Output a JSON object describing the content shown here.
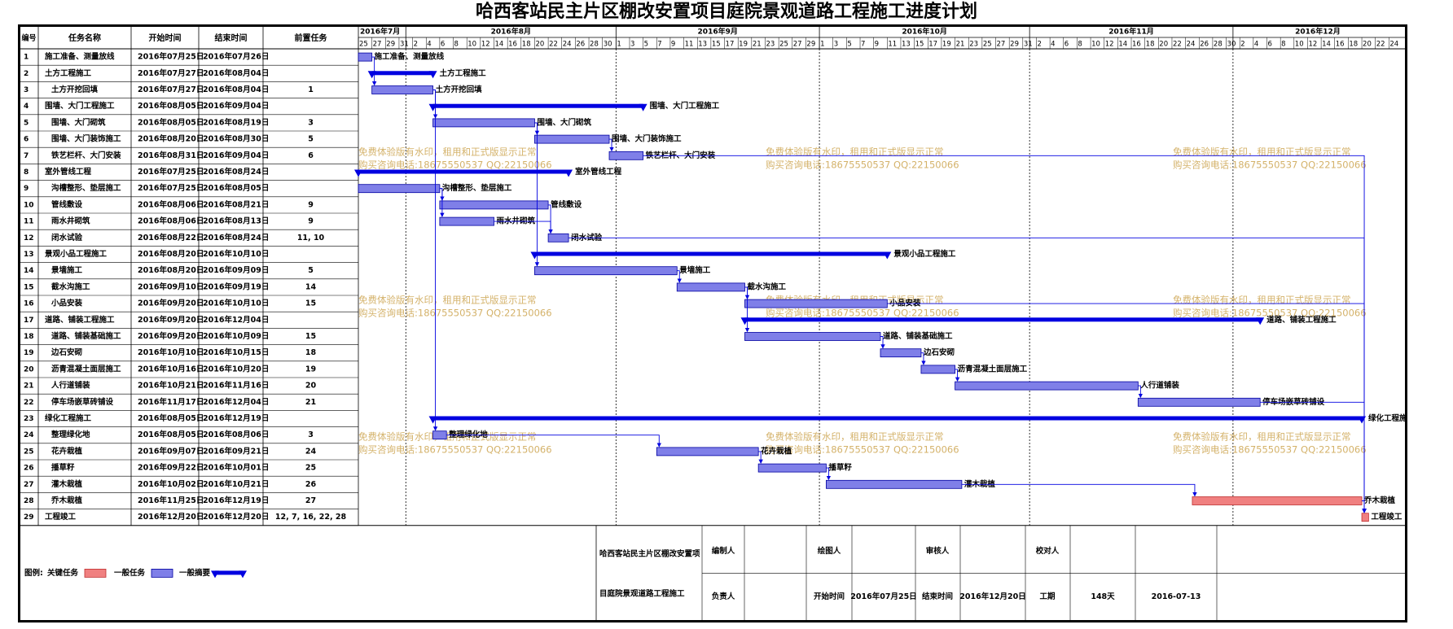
{
  "title": "哈西客站民主片区棚改安置项目庭院景观道路工程施工进度计划",
  "columns": {
    "id": "编号",
    "name": "任务名称",
    "start": "开始时间",
    "end": "结束时间",
    "pred": "前置任务"
  },
  "months": [
    "2016年7月",
    "2016年8月",
    "2016年9月",
    "2016年10月",
    "2016年11月",
    "2016年12月"
  ],
  "watermark": {
    "line1": "免费体验版有水印，租用和正式版显示正常",
    "line2": "购买咨询电话:18675550537 QQ:22150066"
  },
  "legend": {
    "label": "图例:",
    "critical": "关键任务",
    "normal": "一般任务",
    "summary": "一般摘要"
  },
  "footer": {
    "project": "哈西客站民主片区棚改安置项目庭院景观道路工程施工",
    "editor_label": "编制人",
    "draw_label": "绘图人",
    "review_label": "审核人",
    "proof_label": "校对人",
    "owner_label": "负责人",
    "start_label": "开始时间",
    "start_value": "2016年07月25日",
    "end_label": "结束时间",
    "end_value": "2016年12月20日",
    "duration_label": "工期",
    "duration_value": "148天",
    "date_value": "2016-07-13"
  },
  "colors": {
    "normal": "#7f7fe8",
    "summary": "#0000e0",
    "critical": "#f08080",
    "link": "#0000e0",
    "watermark": "#d4b26a"
  },
  "chart_data": {
    "type": "gantt",
    "x_start": "2016-07-25",
    "x_end": "2016-12-26",
    "tasks": [
      {
        "id": "1",
        "name": "施工准备、测量放线",
        "start": "2016年07月25日",
        "end": "2016年07月26日",
        "pred": "",
        "type": "normal",
        "indent": 0,
        "s": "2016-07-25",
        "e": "2016-07-26"
      },
      {
        "id": "2",
        "name": "土方工程施工",
        "start": "2016年07月27日",
        "end": "2016年08月04日",
        "pred": "",
        "type": "summary",
        "indent": 0,
        "s": "2016-07-27",
        "e": "2016-08-04"
      },
      {
        "id": "3",
        "name": "土方开挖回填",
        "start": "2016年07月27日",
        "end": "2016年08月04日",
        "pred": "1",
        "type": "normal",
        "indent": 1,
        "s": "2016-07-27",
        "e": "2016-08-04"
      },
      {
        "id": "4",
        "name": "围墙、大门工程施工",
        "start": "2016年08月05日",
        "end": "2016年09月04日",
        "pred": "",
        "type": "summary",
        "indent": 0,
        "s": "2016-08-05",
        "e": "2016-09-04"
      },
      {
        "id": "5",
        "name": "围墙、大门砌筑",
        "start": "2016年08月05日",
        "end": "2016年08月19日",
        "pred": "3",
        "type": "normal",
        "indent": 1,
        "s": "2016-08-05",
        "e": "2016-08-19"
      },
      {
        "id": "6",
        "name": "围墙、大门装饰施工",
        "start": "2016年08月20日",
        "end": "2016年08月30日",
        "pred": "5",
        "type": "normal",
        "indent": 1,
        "s": "2016-08-20",
        "e": "2016-08-30"
      },
      {
        "id": "7",
        "name": "铁艺栏杆、大门安装",
        "start": "2016年08月31日",
        "end": "2016年09月04日",
        "pred": "6",
        "type": "normal",
        "indent": 1,
        "s": "2016-08-31",
        "e": "2016-09-04"
      },
      {
        "id": "8",
        "name": "室外管线工程",
        "start": "2016年07月25日",
        "end": "2016年08月24日",
        "pred": "",
        "type": "summary",
        "indent": 0,
        "s": "2016-07-25",
        "e": "2016-08-24"
      },
      {
        "id": "9",
        "name": "沟槽整形、垫层施工",
        "start": "2016年07月25日",
        "end": "2016年08月05日",
        "pred": "",
        "type": "normal",
        "indent": 1,
        "s": "2016-07-25",
        "e": "2016-08-05"
      },
      {
        "id": "10",
        "name": "管线敷设",
        "start": "2016年08月06日",
        "end": "2016年08月21日",
        "pred": "9",
        "type": "normal",
        "indent": 1,
        "s": "2016-08-06",
        "e": "2016-08-21"
      },
      {
        "id": "11",
        "name": "雨水井砌筑",
        "start": "2016年08月06日",
        "end": "2016年08月13日",
        "pred": "9",
        "type": "normal",
        "indent": 1,
        "s": "2016-08-06",
        "e": "2016-08-13"
      },
      {
        "id": "12",
        "name": "闭水试验",
        "start": "2016年08月22日",
        "end": "2016年08月24日",
        "pred": "11, 10",
        "type": "normal",
        "indent": 1,
        "s": "2016-08-22",
        "e": "2016-08-24"
      },
      {
        "id": "13",
        "name": "景观小品工程施工",
        "start": "2016年08月20日",
        "end": "2016年10月10日",
        "pred": "",
        "type": "summary",
        "indent": 0,
        "s": "2016-08-20",
        "e": "2016-10-10"
      },
      {
        "id": "14",
        "name": "景墙施工",
        "start": "2016年08月20日",
        "end": "2016年09月09日",
        "pred": "5",
        "type": "normal",
        "indent": 1,
        "s": "2016-08-20",
        "e": "2016-09-09"
      },
      {
        "id": "15",
        "name": "截水沟施工",
        "start": "2016年09月10日",
        "end": "2016年09月19日",
        "pred": "14",
        "type": "normal",
        "indent": 1,
        "s": "2016-09-10",
        "e": "2016-09-19"
      },
      {
        "id": "16",
        "name": "小品安装",
        "start": "2016年09月20日",
        "end": "2016年10月10日",
        "pred": "15",
        "type": "normal",
        "indent": 1,
        "s": "2016-09-20",
        "e": "2016-10-10"
      },
      {
        "id": "17",
        "name": "道路、铺装工程施工",
        "start": "2016年09月20日",
        "end": "2016年12月04日",
        "pred": "",
        "type": "summary",
        "indent": 0,
        "s": "2016-09-20",
        "e": "2016-12-04"
      },
      {
        "id": "18",
        "name": "道路、铺装基础施工",
        "start": "2016年09月20日",
        "end": "2016年10月09日",
        "pred": "15",
        "type": "normal",
        "indent": 1,
        "s": "2016-09-20",
        "e": "2016-10-09"
      },
      {
        "id": "19",
        "name": "边石安砌",
        "start": "2016年10月10日",
        "end": "2016年10月15日",
        "pred": "18",
        "type": "normal",
        "indent": 1,
        "s": "2016-10-10",
        "e": "2016-10-15"
      },
      {
        "id": "20",
        "name": "沥青混凝土面层施工",
        "start": "2016年10月16日",
        "end": "2016年10月20日",
        "pred": "19",
        "type": "normal",
        "indent": 1,
        "s": "2016-10-16",
        "e": "2016-10-20"
      },
      {
        "id": "21",
        "name": "人行道铺装",
        "start": "2016年10月21日",
        "end": "2016年11月16日",
        "pred": "20",
        "type": "normal",
        "indent": 1,
        "s": "2016-10-21",
        "e": "2016-11-16"
      },
      {
        "id": "22",
        "name": "停车场嵌草砖铺设",
        "start": "2016年11月17日",
        "end": "2016年12月04日",
        "pred": "21",
        "type": "normal",
        "indent": 1,
        "s": "2016-11-17",
        "e": "2016-12-04"
      },
      {
        "id": "23",
        "name": "绿化工程施工",
        "start": "2016年08月05日",
        "end": "2016年12月19日",
        "pred": "",
        "type": "summary",
        "indent": 0,
        "s": "2016-08-05",
        "e": "2016-12-19"
      },
      {
        "id": "24",
        "name": "整理绿化地",
        "start": "2016年08月05日",
        "end": "2016年08月06日",
        "pred": "3",
        "type": "normal",
        "indent": 1,
        "s": "2016-08-05",
        "e": "2016-08-06"
      },
      {
        "id": "25",
        "name": "花卉栽植",
        "start": "2016年09月07日",
        "end": "2016年09月21日",
        "pred": "24",
        "type": "normal",
        "indent": 1,
        "s": "2016-09-07",
        "e": "2016-09-21"
      },
      {
        "id": "26",
        "name": "播草籽",
        "start": "2016年09月22日",
        "end": "2016年10月01日",
        "pred": "25",
        "type": "normal",
        "indent": 1,
        "s": "2016-09-22",
        "e": "2016-10-01"
      },
      {
        "id": "27",
        "name": "灌木栽植",
        "start": "2016年10月02日",
        "end": "2016年10月21日",
        "pred": "26",
        "type": "normal",
        "indent": 1,
        "s": "2016-10-02",
        "e": "2016-10-21"
      },
      {
        "id": "28",
        "name": "乔木栽植",
        "start": "2016年11月25日",
        "end": "2016年12月19日",
        "pred": "27",
        "type": "critical",
        "indent": 1,
        "s": "2016-11-25",
        "e": "2016-12-19"
      },
      {
        "id": "29",
        "name": "工程竣工",
        "start": "2016年12月20日",
        "end": "2016年12月20日",
        "pred": "12, 7, 16, 22, 28",
        "type": "critical",
        "indent": 0,
        "s": "2016-12-20",
        "e": "2016-12-20"
      }
    ]
  }
}
